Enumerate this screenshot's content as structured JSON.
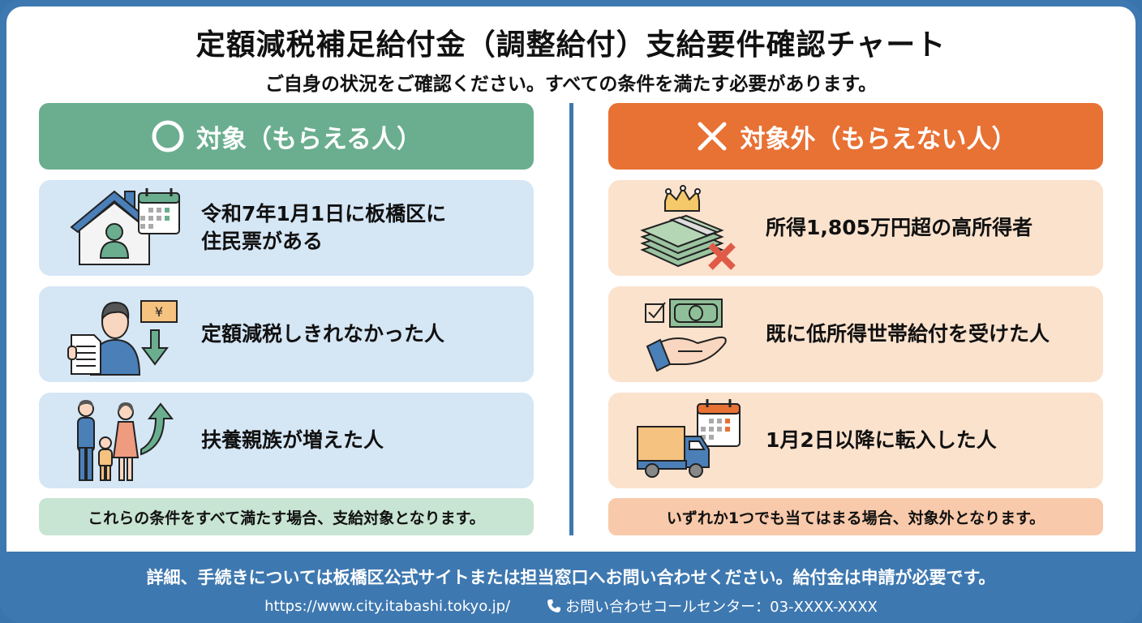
{
  "header": {
    "title": "定額減税補足給付金（調整給付）支給要件確認チャート",
    "subtitle": "ご自身の状況をご確認ください。すべての条件を満たす必要があります。"
  },
  "eligible": {
    "icon": "circle-icon",
    "heading": "対象（もらえる人）",
    "color": "#6aae8f",
    "items": [
      {
        "icon": "house-calendar-icon",
        "line1": "令和7年1月1日に板橋区に",
        "line2": "住民票がある"
      },
      {
        "icon": "person-document-yen-down-icon",
        "line1": "定額減税しきれなかった人",
        "line2": ""
      },
      {
        "icon": "family-arrow-up-icon",
        "line1": "扶養親族が増えた人",
        "line2": ""
      }
    ],
    "note": "これらの条件をすべて満たす場合、支給対象となります。"
  },
  "ineligible": {
    "icon": "cross-icon",
    "heading": "対象外（もらえない人）",
    "color": "#e87134",
    "items": [
      {
        "icon": "money-crown-cross-icon",
        "line1": "所得1,805万円超の高所得者",
        "line2": ""
      },
      {
        "icon": "hand-money-check-icon",
        "line1": "既に低所得世帯給付を受けた人",
        "line2": ""
      },
      {
        "icon": "truck-calendar-icon",
        "line1": "1月2日以降に転入した人",
        "line2": ""
      }
    ],
    "note": "いずれか1つでも当てはまる場合、対象外となります。"
  },
  "footer": {
    "line1": "詳細、手続きについては板橋区公式サイトまたは担当窓口へお問い合わせください。給付金は申請が必要です。",
    "url": "https://www.city.itabashi.tokyo.jp/",
    "phone_icon": "phone-icon",
    "contact": "お問い合わせコールセンター：03-XXXX-XXXX"
  },
  "colors": {
    "frame": "#3e78b0",
    "eligible_card": "#d5e6f5",
    "eligible_note": "#c8e4d3",
    "ineligible_card": "#fbe2cd",
    "ineligible_note": "#f8c9aa"
  }
}
